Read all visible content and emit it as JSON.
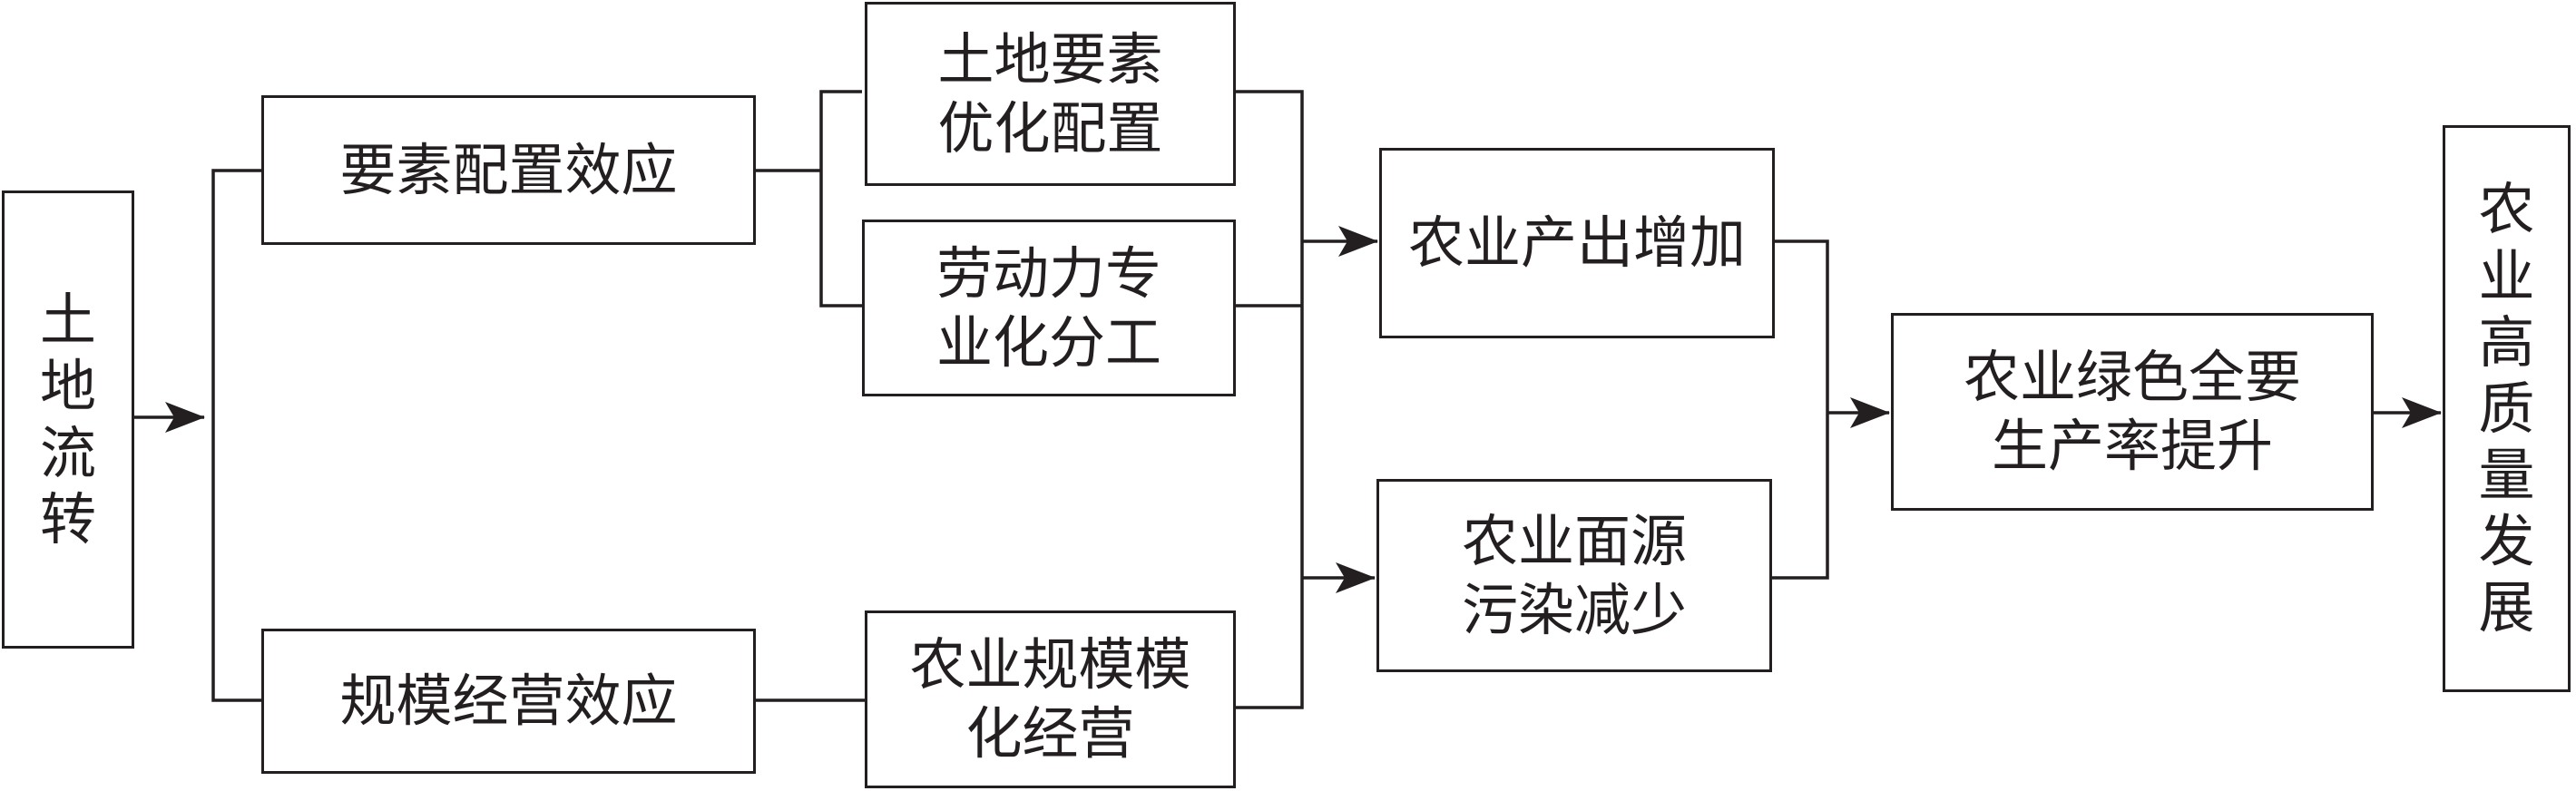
{
  "nodes": {
    "land_transfer": "土地流转",
    "factor_allocation_effect": "要素配置效应",
    "scale_operation_effect": "规模经营效应",
    "land_factor_optimization": "土地要素\n优化配置",
    "labor_specialization": "劳动力专\n业化分工",
    "agri_scale_operation": "农业规模模\n化经营",
    "agri_output_increase": "农业产出增加",
    "nonpoint_pollution_reduction": "农业面源\n污染减少",
    "green_tfp_increase": "农业绿色全要\n生产率提升",
    "high_quality_development": "农业高质量发展"
  },
  "colors": {
    "line": "#231f20",
    "background": "#ffffff"
  }
}
